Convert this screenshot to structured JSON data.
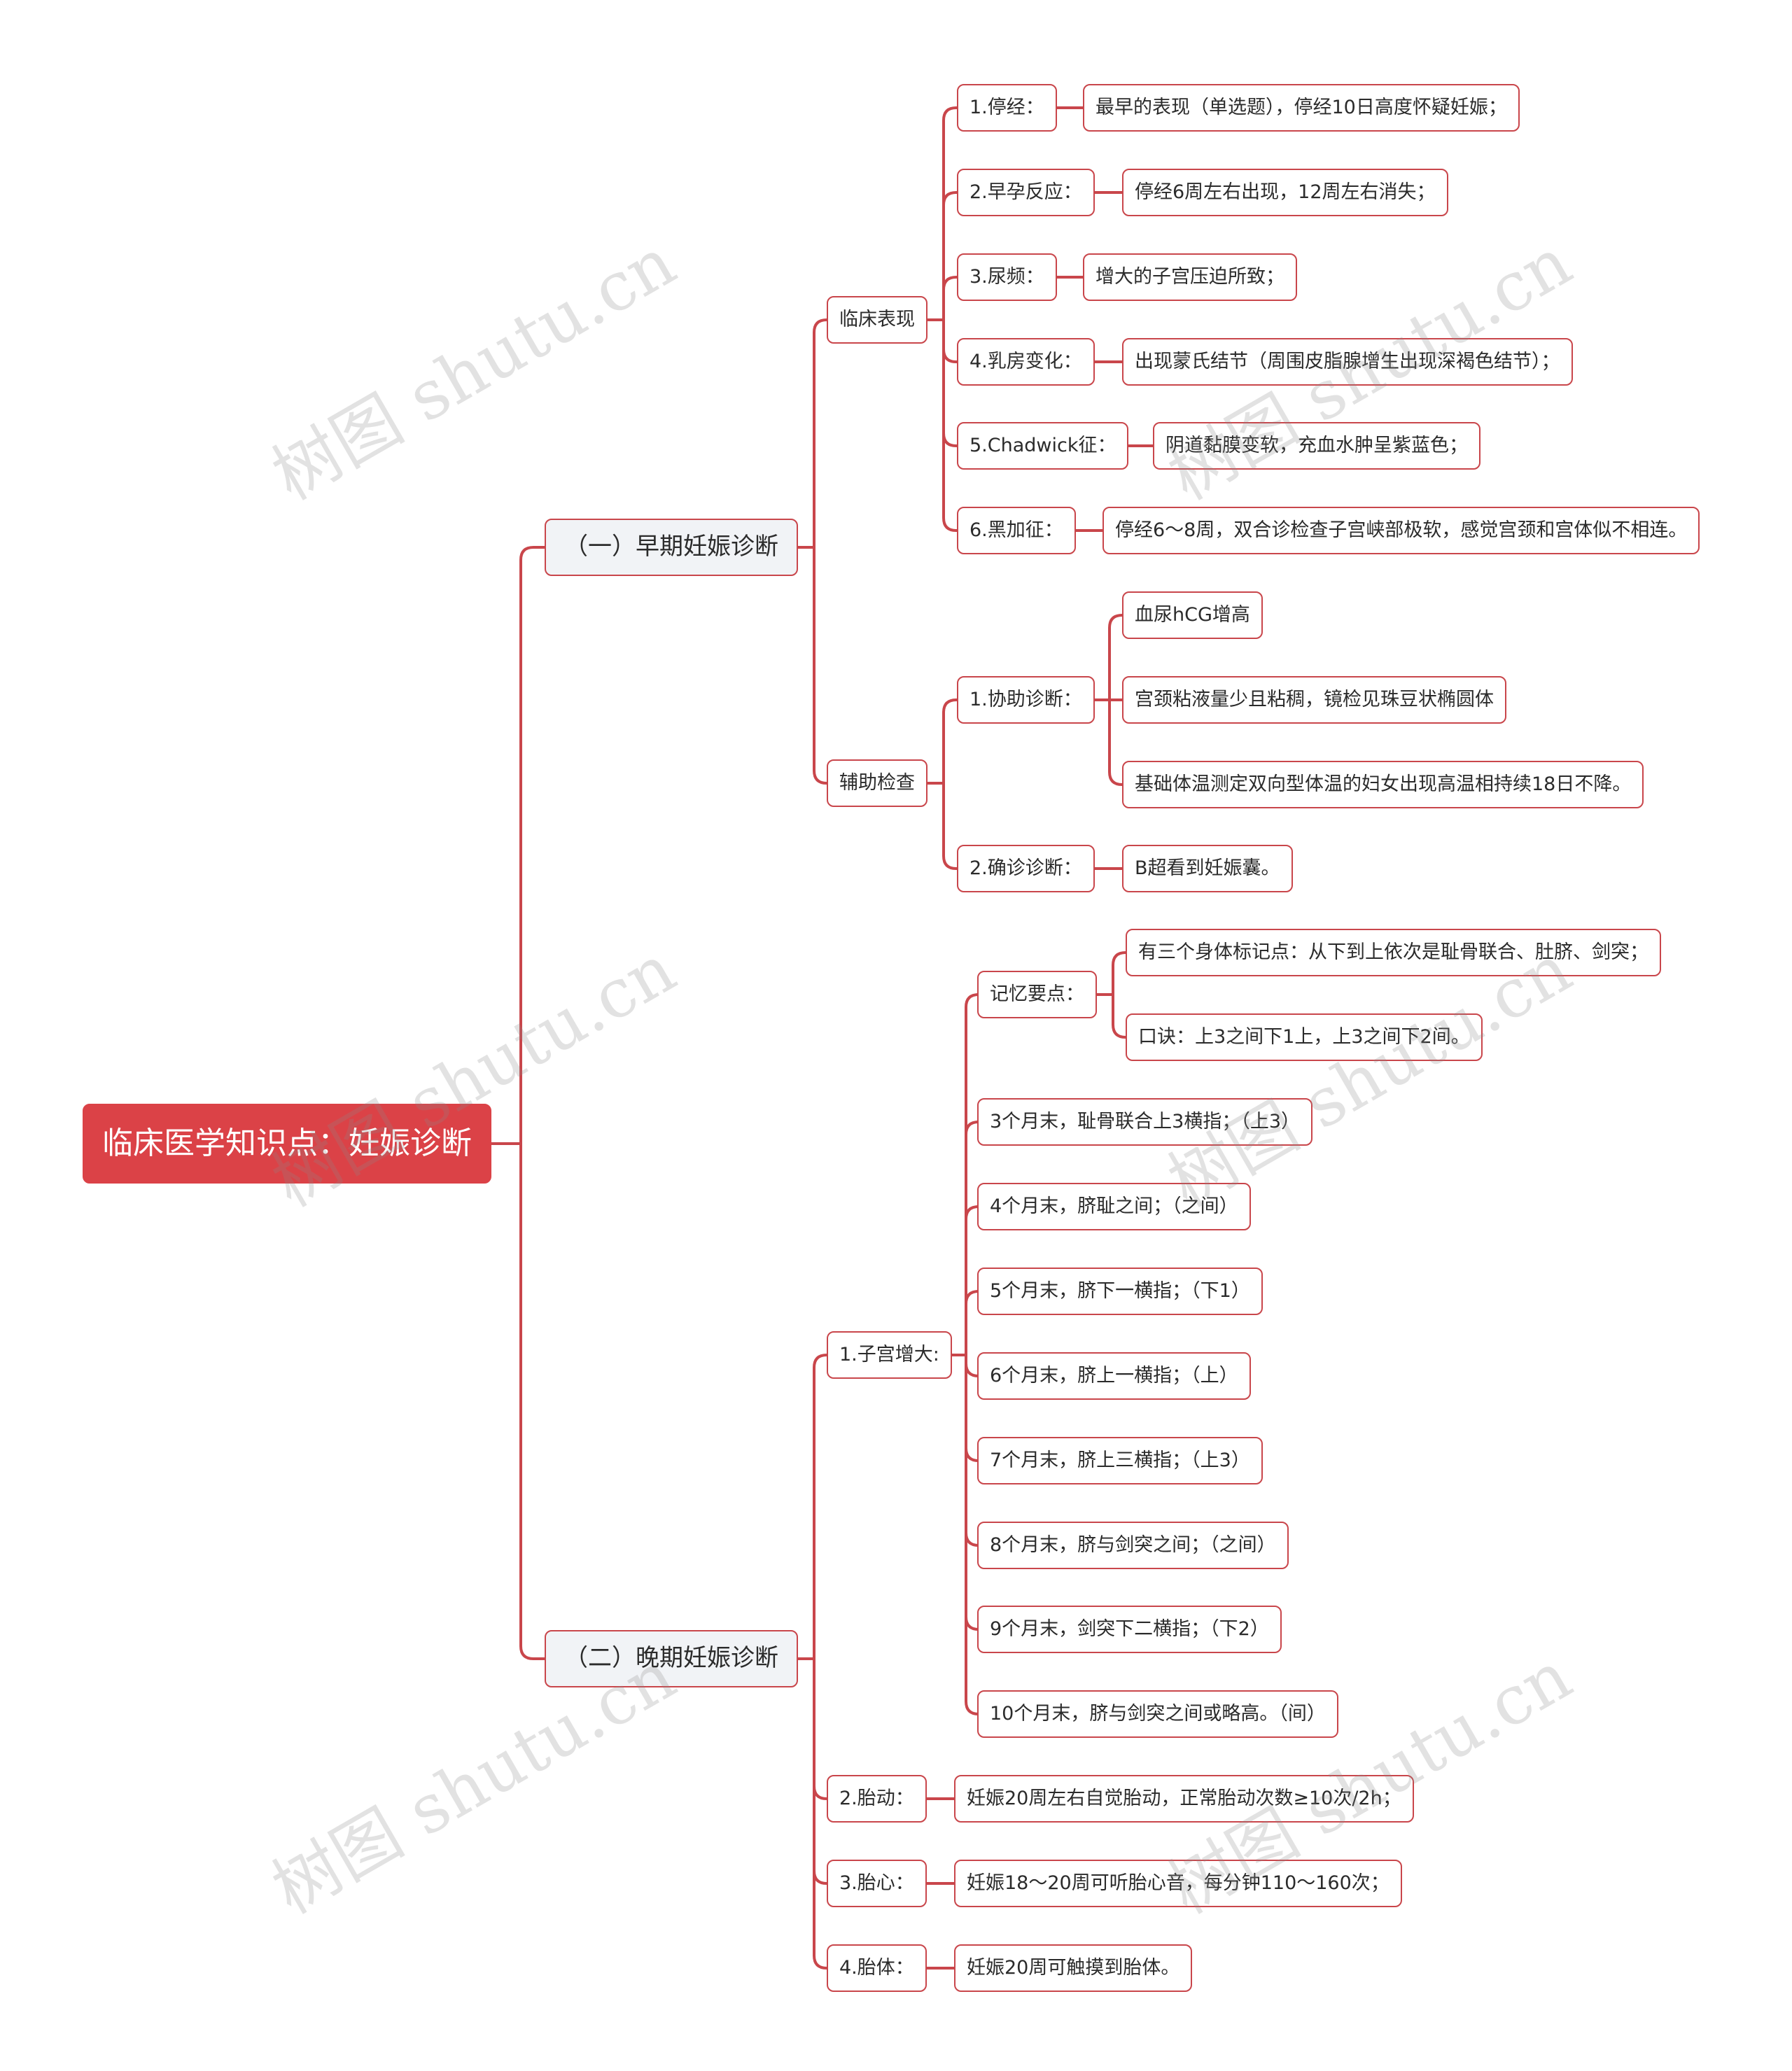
{
  "title": "临床医学知识点：妊娠诊断",
  "watermark": "树图 shutu.cn",
  "colors": {
    "accent": "#db4247",
    "line": "#c9464b",
    "branch_fill": "#f1f3f6"
  },
  "early": {
    "label": "（一）早期妊娠诊断",
    "clinical": {
      "label": "临床表现",
      "items": [
        {
          "label": "1.停经：",
          "detail": "最早的表现（单选题），停经10日高度怀疑妊娠；"
        },
        {
          "label": "2.早孕反应：",
          "detail": "停经6周左右出现，12周左右消失；"
        },
        {
          "label": "3.尿频：",
          "detail": "增大的子宫压迫所致；"
        },
        {
          "label": "4.乳房变化：",
          "detail": "出现蒙氏结节（周围皮脂腺增生出现深褐色结节）；"
        },
        {
          "label": "5.Chadwick征：",
          "detail": "阴道黏膜变软，充血水肿呈紫蓝色；"
        },
        {
          "label": "6.黑加征：",
          "detail": "停经6～8周，双合诊检查子宫峡部极软，感觉宫颈和宫体似不相连。"
        }
      ]
    },
    "aux": {
      "label": "辅助检查",
      "assist": {
        "label": "1.协助诊断：",
        "items": [
          "血尿hCG增高",
          "宫颈粘液量少且粘稠，镜检见珠豆状椭圆体",
          "基础体温测定双向型体温的妇女出现高温相持续18日不降。"
        ]
      },
      "confirm": {
        "label": "2.确诊诊断：",
        "detail": "B超看到妊娠囊。"
      }
    }
  },
  "late": {
    "label": "（二）晚期妊娠诊断",
    "uterus": {
      "label": "1.子宫增大:",
      "memory": {
        "label": "记忆要点：",
        "items": [
          "有三个身体标记点：从下到上依次是耻骨联合、肚脐、剑突；",
          "口诀：上3之间下1上，上3之间下2间。"
        ]
      },
      "months": [
        "3个月末，耻骨联合上3横指；（上3）",
        "4个月末，脐耻之间；（之间）",
        "5个月末，脐下一横指；（下1）",
        "6个月末，脐上一横指；（上）",
        "7个月末，脐上三横指；（上3）",
        "8个月末，脐与剑突之间；（之间）",
        "9个月末，剑突下二横指；（下2）",
        "10个月末，脐与剑突之间或略高。（间）"
      ]
    },
    "others": [
      {
        "label": "2.胎动：",
        "detail": "妊娠20周左右自觉胎动，正常胎动次数≥10次/2h；"
      },
      {
        "label": "3.胎心：",
        "detail": "妊娠18～20周可听胎心音，每分钟110～160次；"
      },
      {
        "label": "4.胎体：",
        "detail": "妊娠20周可触摸到胎体。"
      }
    ]
  }
}
